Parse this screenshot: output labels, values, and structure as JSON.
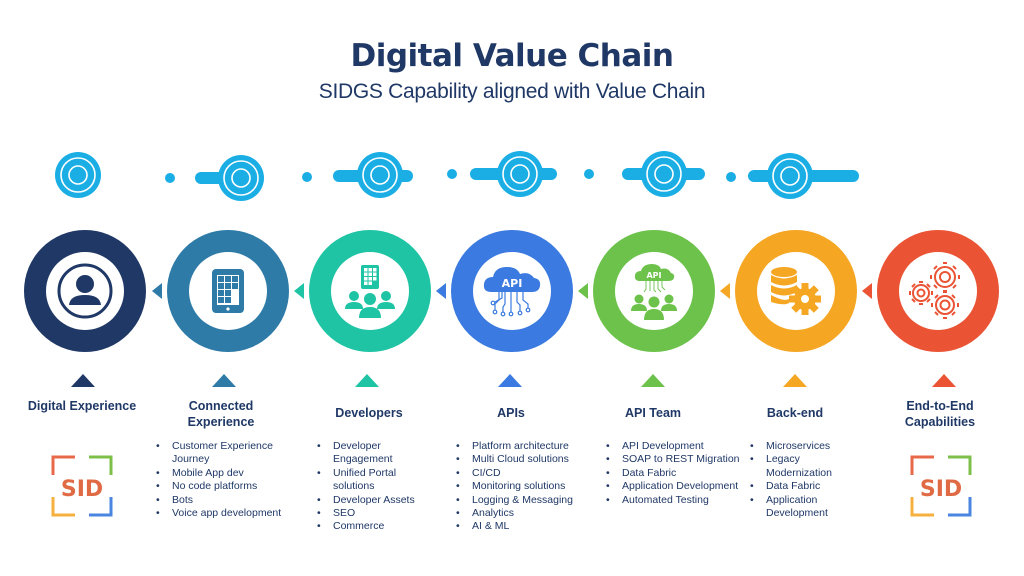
{
  "header": {
    "title": "Digital Value Chain",
    "subtitle": "SIDGS Capability aligned with Value Chain"
  },
  "colors": {
    "title": "#1f3866",
    "track": "#1aaee5",
    "stage_colors": [
      "#1f3866",
      "#2e7ba8",
      "#1ec4a4",
      "#3b7ae0",
      "#6cc24a",
      "#f5a623",
      "#ea5435"
    ]
  },
  "stages": [
    {
      "label": "Digital Experience",
      "icon": "user-profile-icon",
      "color": "#1f3866",
      "items": []
    },
    {
      "label": "Connected Experience",
      "icon": "tablet-icon",
      "color": "#2e7ba8",
      "items": [
        "Customer Experience Journey",
        "Mobile App dev",
        "No code platforms",
        "Bots",
        "Voice app development"
      ]
    },
    {
      "label": "Developers",
      "icon": "developers-group-icon",
      "color": "#1ec4a4",
      "items": [
        "Developer Engagement",
        "Unified Portal solutions",
        "Developer Assets",
        "SEO",
        "Commerce"
      ]
    },
    {
      "label": "APIs",
      "icon": "api-cloud-icon",
      "color": "#3b7ae0",
      "items": [
        "Platform architecture",
        "Multi Cloud solutions",
        "CI/CD",
        "Monitoring solutions",
        "Logging & Messaging",
        "Analytics",
        "AI & ML"
      ]
    },
    {
      "label": "API Team",
      "icon": "api-team-icon",
      "color": "#6cc24a",
      "items": [
        "API Development",
        "SOAP to REST Migration",
        "Data Fabric",
        "Application Development",
        "Automated Testing"
      ]
    },
    {
      "label": "Back-end",
      "icon": "database-gear-icon",
      "color": "#f5a623",
      "items": [
        "Microservices",
        "Legacy Modernization",
        "Data Fabric",
        "Application Development"
      ]
    },
    {
      "label": "End-to-End Capabilities",
      "icon": "gears-icon",
      "color": "#ea5435",
      "items": []
    }
  ],
  "icons": {
    "api_text": "API"
  },
  "logos": [
    {
      "text": "SID",
      "position": "left"
    },
    {
      "text": "SID",
      "position": "right"
    }
  ]
}
